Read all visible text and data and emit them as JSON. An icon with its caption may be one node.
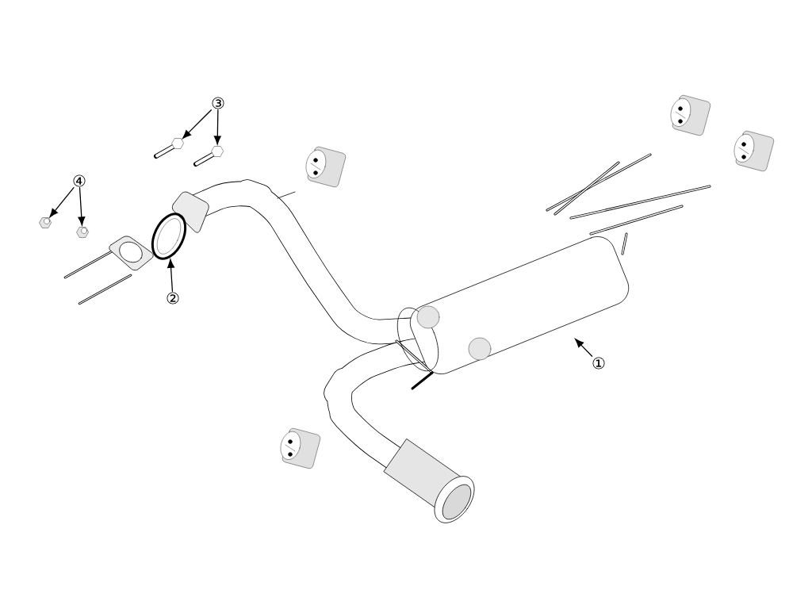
{
  "diagram": {
    "nodes": [
      {
        "text": [
          "③"
        ]
      },
      {
        "text": [],
        "shape": "picture"
      },
      {
        "text": [],
        "shape": "picture"
      },
      {
        "text": [
          "④"
        ]
      },
      {
        "text": [],
        "shape": "picture"
      },
      {
        "text": [],
        "shape": "picture"
      },
      {
        "text": [],
        "shape": "picture"
      },
      {
        "text": [
          "②"
        ]
      },
      {
        "text": [
          "①"
        ]
      }
    ],
    "edges": [
      {
        "from": 0,
        "to": 1,
        "arrow": "to"
      },
      {
        "from": 0,
        "to": 2,
        "arrow": "to"
      },
      {
        "from": 3,
        "to": 4,
        "arrow": "to"
      },
      {
        "from": 3,
        "to": 5,
        "arrow": "to"
      },
      {
        "from": 7,
        "to": 6,
        "arrow": "to"
      },
      {
        "from": 8,
        "to": null,
        "arrow": "to"
      }
    ]
  }
}
